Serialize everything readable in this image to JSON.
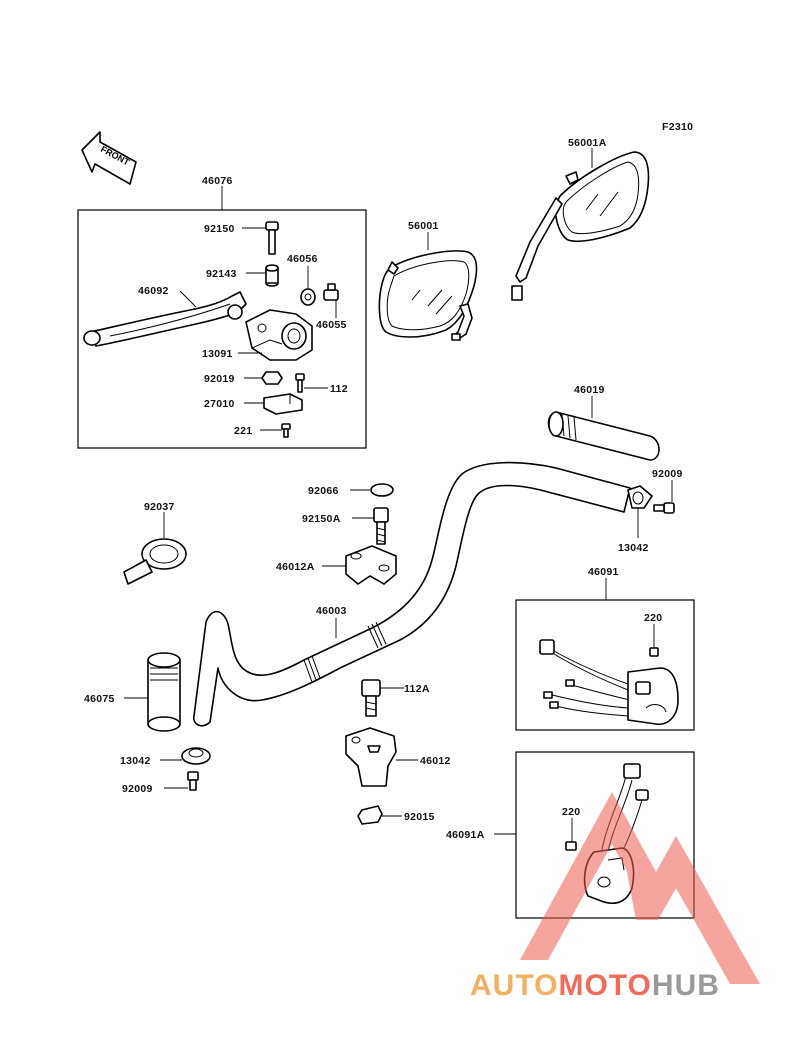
{
  "figure_code": "F2310",
  "front_marker": "FRONT",
  "watermark": {
    "text_a": "AUTO",
    "text_b": "MOTO",
    "text_c": "HUB",
    "color_a": "#f2b062",
    "color_b": "#f06c5a",
    "color_c": "#9a9a9a",
    "logo_color": "#ee5a4f"
  },
  "labels": {
    "l46076": "46076",
    "l92150": "92150",
    "l92143": "92143",
    "l46056": "46056",
    "l46092": "46092",
    "l46055": "46055",
    "l13091": "13091",
    "l92019": "92019",
    "l112": "112",
    "l27010": "27010",
    "l221": "221",
    "l56001A": "56001A",
    "l56001": "56001",
    "l46019": "46019",
    "l92009a": "92009",
    "l13042a": "13042",
    "l92066": "92066",
    "l92150A": "92150A",
    "l92037": "92037",
    "l46012A": "46012A",
    "l46003": "46003",
    "l46091": "46091",
    "l220a": "220",
    "l46075": "46075",
    "l112A": "112A",
    "l46012": "46012",
    "l13042b": "13042",
    "l92009b": "92009",
    "l92015": "92015",
    "l220b": "220",
    "l46091A": "46091A"
  }
}
